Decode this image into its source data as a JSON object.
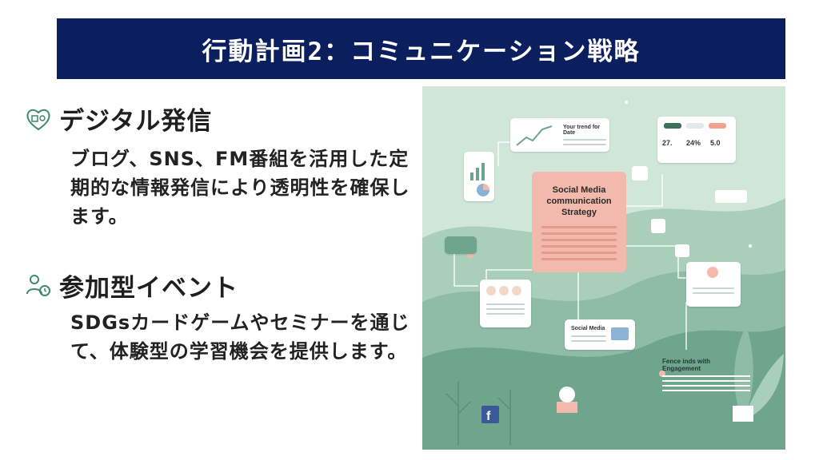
{
  "title": "行動計画2：コミュニケーション戦略",
  "sections": [
    {
      "heading": "デジタル発信",
      "body": "ブログ、SNS、FM番組を活用した定期的な情報発信により透明性を確保します。",
      "icon": "heart-chart-icon"
    },
    {
      "heading": "参加型イベント",
      "body": "SDGsカードゲームやセミナーを通じて、体験型の学習機会を提供します。",
      "icon": "people-clock-icon"
    }
  ],
  "illustration": {
    "center_title": "Social Media communication Strategy",
    "card_top": "Your trend for Date",
    "card_social": "Social Media",
    "card_engagement": "Fence inds with Engagement",
    "stats": [
      "27.",
      "24%",
      "5.0"
    ],
    "colors": {
      "bg": "#cfe6d8",
      "hill_dark": "#6fa48d",
      "hill_mid": "#8fbca7",
      "accent": "#f4b9ad"
    }
  }
}
